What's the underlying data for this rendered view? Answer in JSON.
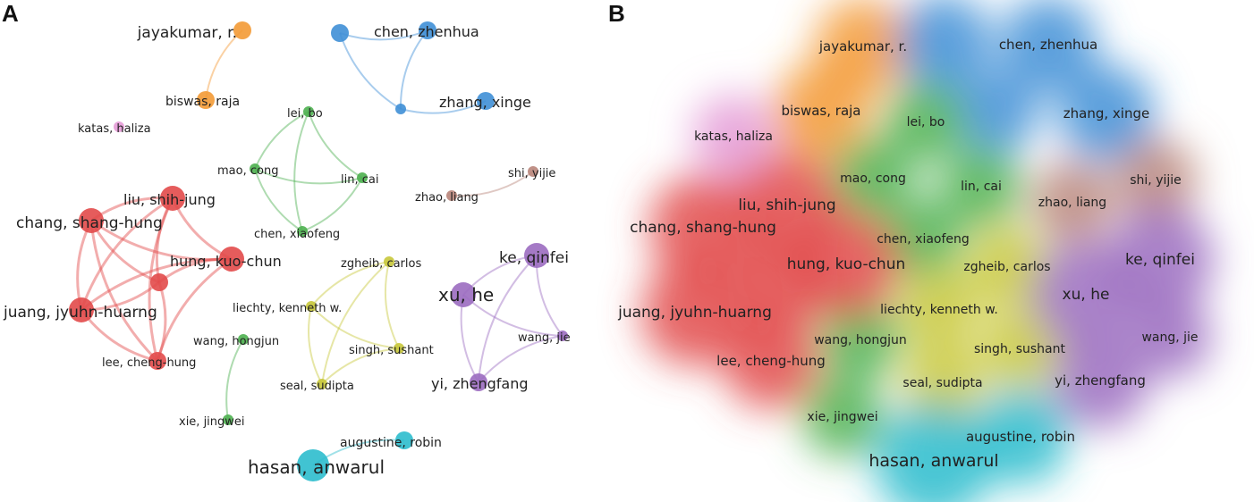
{
  "panels": {
    "a": "A",
    "b": "B"
  },
  "colors": {
    "red": "#e24a4a",
    "green": "#4cb04f",
    "blue": "#3f8fd6",
    "yellow": "#c8c83a",
    "purple": "#9b6cc0",
    "orange": "#f39a35",
    "pink": "#e49ad6",
    "brown": "#b9857a",
    "cyan": "#2cbccd"
  },
  "network": {
    "nodes": [
      {
        "id": "jayakumar",
        "label": "jayakumar, r.",
        "cluster": "orange",
        "weight": 2
      },
      {
        "id": "biswas",
        "label": "biswas, raja",
        "cluster": "orange",
        "weight": 2
      },
      {
        "id": "chen_unnamed",
        "label": "",
        "cluster": "blue",
        "weight": 2
      },
      {
        "id": "chen_zhenhua",
        "label": "chen, zhenhua",
        "cluster": "blue",
        "weight": 2
      },
      {
        "id": "blue_small",
        "label": "",
        "cluster": "blue",
        "weight": 1
      },
      {
        "id": "zhang_xinge",
        "label": "zhang, xinge",
        "cluster": "blue",
        "weight": 2
      },
      {
        "id": "katas",
        "label": "katas, haliza",
        "cluster": "pink",
        "weight": 1
      },
      {
        "id": "lei_bo",
        "label": "lei, bo",
        "cluster": "green",
        "weight": 1
      },
      {
        "id": "mao_cong",
        "label": "mao, cong",
        "cluster": "green",
        "weight": 1
      },
      {
        "id": "lin_cai",
        "label": "lin, cai",
        "cluster": "green",
        "weight": 1
      },
      {
        "id": "chen_xiaofeng",
        "label": "chen, xiaofeng",
        "cluster": "green",
        "weight": 1
      },
      {
        "id": "wang_hongjun",
        "label": "wang, hongjun",
        "cluster": "green",
        "weight": 1
      },
      {
        "id": "xie_jingwei",
        "label": "xie, jingwei",
        "cluster": "green",
        "weight": 1
      },
      {
        "id": "shi_yijie",
        "label": "shi, yijie",
        "cluster": "brown",
        "weight": 1
      },
      {
        "id": "zhao_liang",
        "label": "zhao, liang",
        "cluster": "brown",
        "weight": 1
      },
      {
        "id": "liu_shihjung",
        "label": "liu, shih-jung",
        "cluster": "red",
        "weight": 3
      },
      {
        "id": "chang_shanghung",
        "label": "chang, shang-hung",
        "cluster": "red",
        "weight": 3
      },
      {
        "id": "hung_kuochun",
        "label": "hung, kuo-chun",
        "cluster": "red",
        "weight": 3
      },
      {
        "id": "red_small",
        "label": "",
        "cluster": "red",
        "weight": 2
      },
      {
        "id": "juang_jyuhnhuarng",
        "label": "juang, jyuhn-huarng",
        "cluster": "red",
        "weight": 3
      },
      {
        "id": "lee_chenghung",
        "label": "lee, cheng-hung",
        "cluster": "red",
        "weight": 2
      },
      {
        "id": "zgheib_carlos",
        "label": "zgheib, carlos",
        "cluster": "yellow",
        "weight": 1
      },
      {
        "id": "liechty_kenneth",
        "label": "liechty, kenneth w.",
        "cluster": "yellow",
        "weight": 1
      },
      {
        "id": "singh_sushant",
        "label": "singh, sushant",
        "cluster": "yellow",
        "weight": 1
      },
      {
        "id": "seal_sudipta",
        "label": "seal, sudipta",
        "cluster": "yellow",
        "weight": 1
      },
      {
        "id": "ke_qinfei",
        "label": "ke, qinfei",
        "cluster": "purple",
        "weight": 3
      },
      {
        "id": "xu_he",
        "label": "xu, he",
        "cluster": "purple",
        "weight": 3
      },
      {
        "id": "wang_jie",
        "label": "wang, jie",
        "cluster": "purple",
        "weight": 1
      },
      {
        "id": "yi_zhengfang",
        "label": "yi, zhengfang",
        "cluster": "purple",
        "weight": 2
      },
      {
        "id": "augustine_robin",
        "label": "augustine, robin",
        "cluster": "cyan",
        "weight": 2
      },
      {
        "id": "hasan_anwarul",
        "label": "hasan, anwarul",
        "cluster": "cyan",
        "weight": 4
      }
    ],
    "links": [
      [
        "jayakumar",
        "biswas"
      ],
      [
        "chen_unnamed",
        "chen_zhenhua"
      ],
      [
        "chen_unnamed",
        "blue_small"
      ],
      [
        "chen_zhenhua",
        "blue_small"
      ],
      [
        "blue_small",
        "zhang_xinge"
      ],
      [
        "lei_bo",
        "mao_cong"
      ],
      [
        "lei_bo",
        "lin_cai"
      ],
      [
        "lei_bo",
        "chen_xiaofeng"
      ],
      [
        "mao_cong",
        "lin_cai"
      ],
      [
        "mao_cong",
        "chen_xiaofeng"
      ],
      [
        "chen_xiaofeng",
        "lin_cai"
      ],
      [
        "wang_hongjun",
        "xie_jingwei"
      ],
      [
        "zhao_liang",
        "shi_yijie"
      ],
      [
        "liu_shihjung",
        "chang_shanghung"
      ],
      [
        "liu_shihjung",
        "hung_kuochun"
      ],
      [
        "liu_shihjung",
        "juang_jyuhnhuarng"
      ],
      [
        "liu_shihjung",
        "lee_chenghung"
      ],
      [
        "liu_shihjung",
        "red_small"
      ],
      [
        "chang_shanghung",
        "hung_kuochun"
      ],
      [
        "chang_shanghung",
        "juang_jyuhnhuarng"
      ],
      [
        "chang_shanghung",
        "lee_chenghung"
      ],
      [
        "chang_shanghung",
        "red_small"
      ],
      [
        "hung_kuochun",
        "juang_jyuhnhuarng"
      ],
      [
        "hung_kuochun",
        "lee_chenghung"
      ],
      [
        "hung_kuochun",
        "red_small"
      ],
      [
        "juang_jyuhnhuarng",
        "lee_chenghung"
      ],
      [
        "juang_jyuhnhuarng",
        "red_small"
      ],
      [
        "lee_chenghung",
        "red_small"
      ],
      [
        "zgheib_carlos",
        "liechty_kenneth"
      ],
      [
        "zgheib_carlos",
        "singh_sushant"
      ],
      [
        "zgheib_carlos",
        "seal_sudipta"
      ],
      [
        "liechty_kenneth",
        "singh_sushant"
      ],
      [
        "liechty_kenneth",
        "seal_sudipta"
      ],
      [
        "singh_sushant",
        "seal_sudipta"
      ],
      [
        "ke_qinfei",
        "xu_he"
      ],
      [
        "ke_qinfei",
        "yi_zhengfang"
      ],
      [
        "ke_qinfei",
        "wang_jie"
      ],
      [
        "xu_he",
        "yi_zhengfang"
      ],
      [
        "xu_he",
        "wang_jie"
      ],
      [
        "wang_jie",
        "yi_zhengfang"
      ],
      [
        "augustine_robin",
        "hasan_anwarul"
      ]
    ]
  }
}
